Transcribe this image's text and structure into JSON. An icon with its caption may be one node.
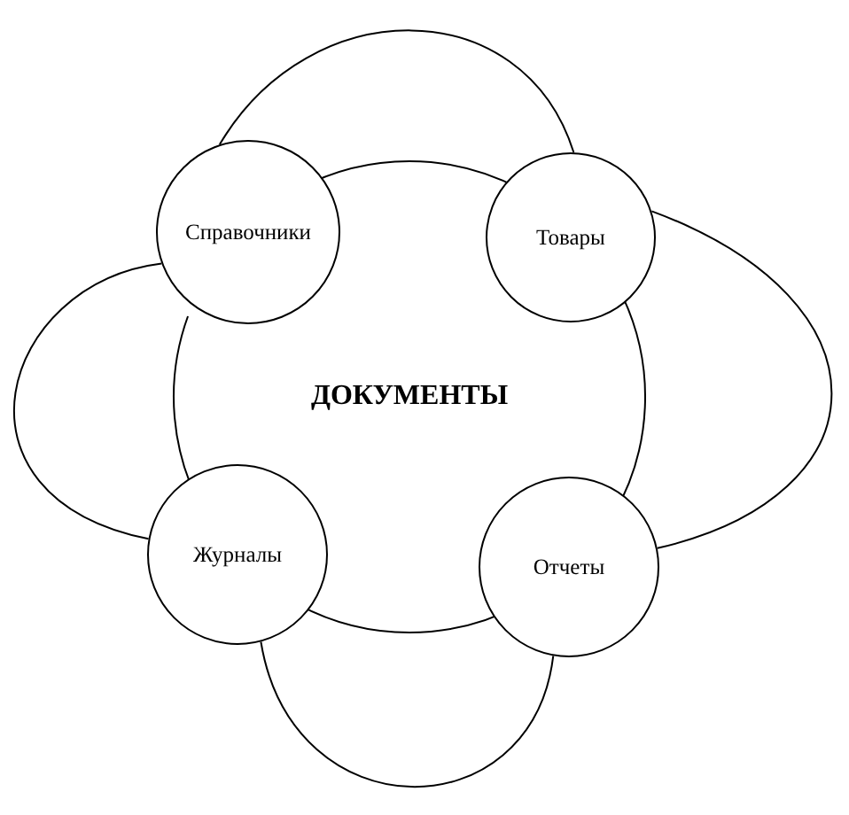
{
  "diagram": {
    "nodes": [
      {
        "text": [
          "ДОКУМЕНТЫ"
        ]
      },
      {
        "text": [
          "Справочники"
        ]
      },
      {
        "text": [
          "Товары"
        ]
      },
      {
        "text": [
          "Журналы"
        ]
      },
      {
        "text": [
          "Отчеты"
        ]
      }
    ],
    "edges": [
      {
        "from": 1,
        "to": 2,
        "arrow": "none"
      },
      {
        "from": 2,
        "to": 4,
        "arrow": "none"
      },
      {
        "from": 4,
        "to": 3,
        "arrow": "none"
      },
      {
        "from": 3,
        "to": 1,
        "arrow": "none"
      }
    ]
  }
}
